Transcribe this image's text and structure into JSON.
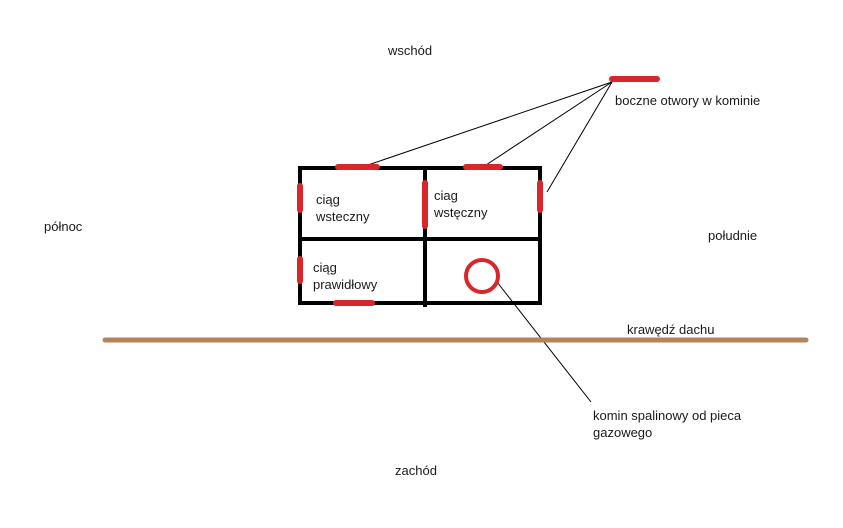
{
  "labels": {
    "east": "wschód",
    "west": "zachód",
    "north": "północ",
    "south": "południe",
    "side_openings": "boczne otwory w kominie",
    "roof_edge": "krawędź dachu",
    "flue_chimney": "komin spalinowy od pieca\ngazowego",
    "cell_top_left": "ciąg\nwsteczny",
    "cell_top_right": "ciag\nwstęczny",
    "cell_bottom_left": "ciąg\nprawidłowy"
  },
  "colors": {
    "wall": "#000000",
    "opening": "#d9262b",
    "roof_edge": "#b5835a",
    "leader": "#000000"
  }
}
